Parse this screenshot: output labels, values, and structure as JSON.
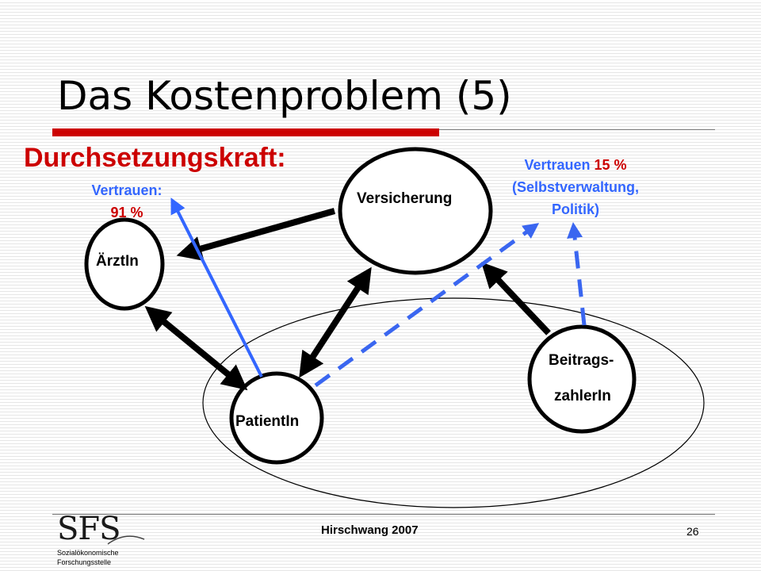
{
  "slide": {
    "title": "Das Kostenproblem (5)",
    "subtitle": "Durchsetzungskraft:"
  },
  "nodes": {
    "versicherung": "Versicherung",
    "aerztin": "ÄrztIn",
    "patientin": "PatientIn",
    "beitragszahlerin_line1": "Beitrags-",
    "beitragszahlerin_line2": "zahlerIn"
  },
  "trust_doctor": {
    "label": "Vertrauen:",
    "value": "91 %"
  },
  "trust_insurance": {
    "label": "Vertrauen",
    "value": "15 %",
    "line2": "(Selbstverwaltung,",
    "line3": "Politik)"
  },
  "footer": {
    "event": "Hirschwang 2007",
    "page_number": "26"
  },
  "logo": {
    "letters": "SFS",
    "line1": "Sozialökonomische",
    "line2": "Forschungsstelle"
  },
  "colors": {
    "accent_red": "#cc0000",
    "trust_blue": "#3366ff",
    "dashed_blue": "#3a66f0"
  }
}
